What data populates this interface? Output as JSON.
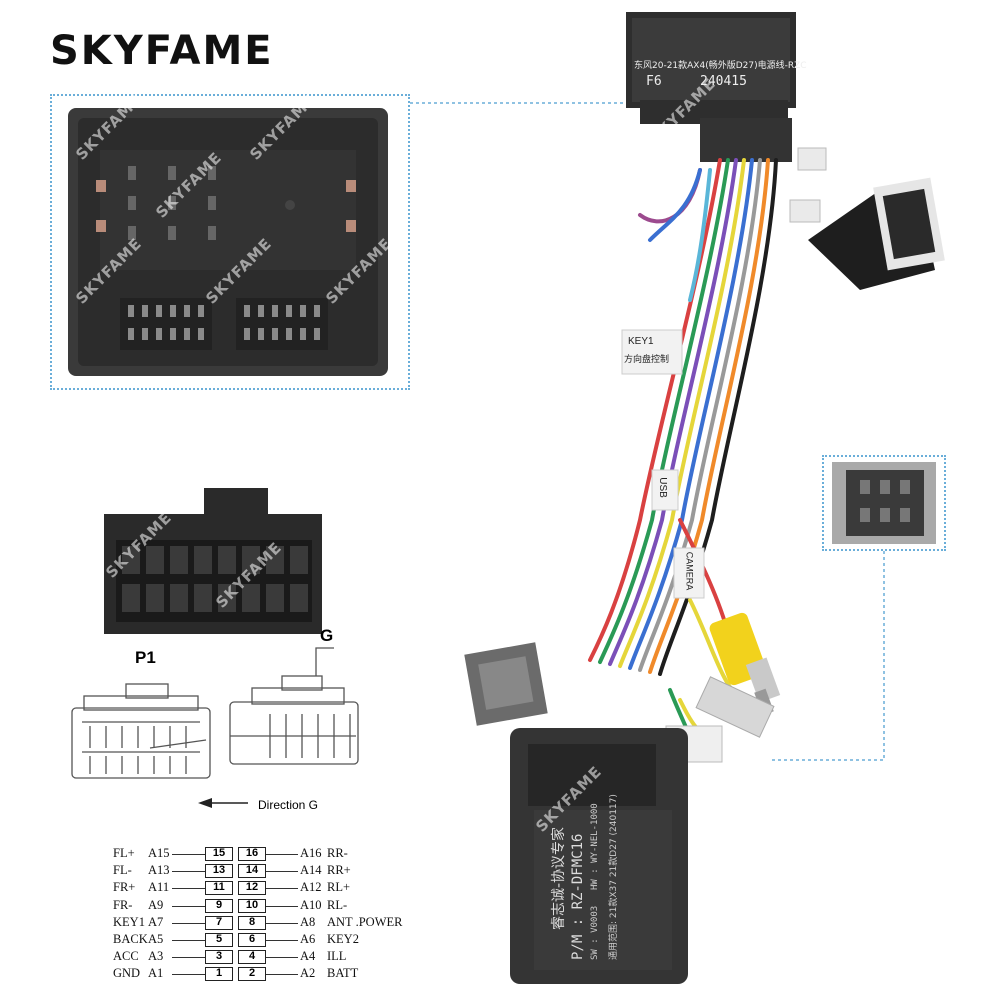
{
  "brand": "SKYFAME",
  "watermark": "SKYFAME",
  "connector_labels": {
    "p1": "P1",
    "g": "G",
    "direction": "Direction G"
  },
  "harness_labels": {
    "main_plug_line1": "东风20-21款AX4(畅外版D27)电源线-RZC",
    "main_plug_line2": "F6",
    "main_plug_line3": "240415",
    "key_tag": "KEY1",
    "key_tag_sub": "方向盘控制",
    "usb_tag": "USB",
    "camera_tag": "CAMERA",
    "module_pn": "P/M : RZ-DFMC16",
    "module_sw": "SW : V0003",
    "module_hw": "HW : WY-NEL-1000",
    "module_note": "通用范围: 21款X37 21款D27 (240117)",
    "module_brand": "睿志诚-协议专家"
  },
  "pinout": [
    {
      "left_signal": "FL+",
      "left_code": "A15",
      "left_pin": "15",
      "right_pin": "16",
      "right_code": "A16",
      "right_signal": "RR-"
    },
    {
      "left_signal": "FL-",
      "left_code": "A13",
      "left_pin": "13",
      "right_pin": "14",
      "right_code": "A14",
      "right_signal": "RR+"
    },
    {
      "left_signal": "FR+",
      "left_code": "A11",
      "left_pin": "11",
      "right_pin": "12",
      "right_code": "A12",
      "right_signal": "RL+"
    },
    {
      "left_signal": "FR-",
      "left_code": "A9",
      "left_pin": "9",
      "right_pin": "10",
      "right_code": "A10",
      "right_signal": "RL-"
    },
    {
      "left_signal": "KEY1",
      "left_code": "A7",
      "left_pin": "7",
      "right_pin": "8",
      "right_code": "A8",
      "right_signal": "ANT .POWER"
    },
    {
      "left_signal": "BACK",
      "left_code": "A5",
      "left_pin": "5",
      "right_pin": "6",
      "right_code": "A6",
      "right_signal": "KEY2"
    },
    {
      "left_signal": "ACC",
      "left_code": "A3",
      "left_pin": "3",
      "right_pin": "4",
      "right_code": "A4",
      "right_signal": "ILL"
    },
    {
      "left_signal": "GND",
      "left_code": "A1",
      "left_pin": "1",
      "right_pin": "2",
      "right_code": "A2",
      "right_signal": "BATT"
    }
  ],
  "colors": {
    "accent_dotted": "#6aaed9",
    "connector_body": "#2b2b2b",
    "gray_plug": "#6e6e6e",
    "camera_rca_yellow": "#f2d21c"
  }
}
